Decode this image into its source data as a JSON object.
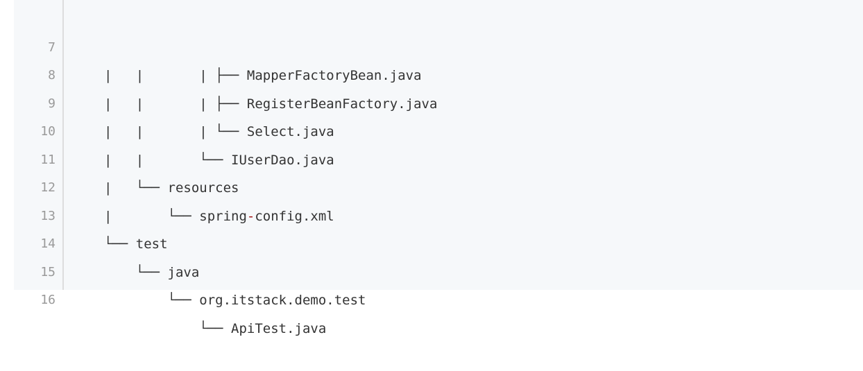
{
  "code": {
    "colors": {
      "background": "#f6f8fa",
      "gutter_border": "#dddddd",
      "line_number": "#999999",
      "text": "#333333",
      "operator": "#a31515"
    },
    "lines": [
      {
        "number": "7",
        "text": "|   |       | ├── MapperFactoryBean.java"
      },
      {
        "number": "8",
        "text": "|   |       | ├── RegisterBeanFactory.java"
      },
      {
        "number": "9",
        "text": "|   |       | └── Select.java"
      },
      {
        "number": "10",
        "text": "|   |       └── IUserDao.java"
      },
      {
        "number": "11",
        "text": "|   └── resources"
      },
      {
        "number": "12",
        "text": "|       └── spring",
        "op": "-",
        "after": "config.xml"
      },
      {
        "number": "13",
        "text": "└── test"
      },
      {
        "number": "14",
        "text": "    └── java"
      },
      {
        "number": "15",
        "text": "        └── org.itstack.demo.test"
      },
      {
        "number": "16",
        "text": "            └── ApiTest.java"
      }
    ]
  }
}
